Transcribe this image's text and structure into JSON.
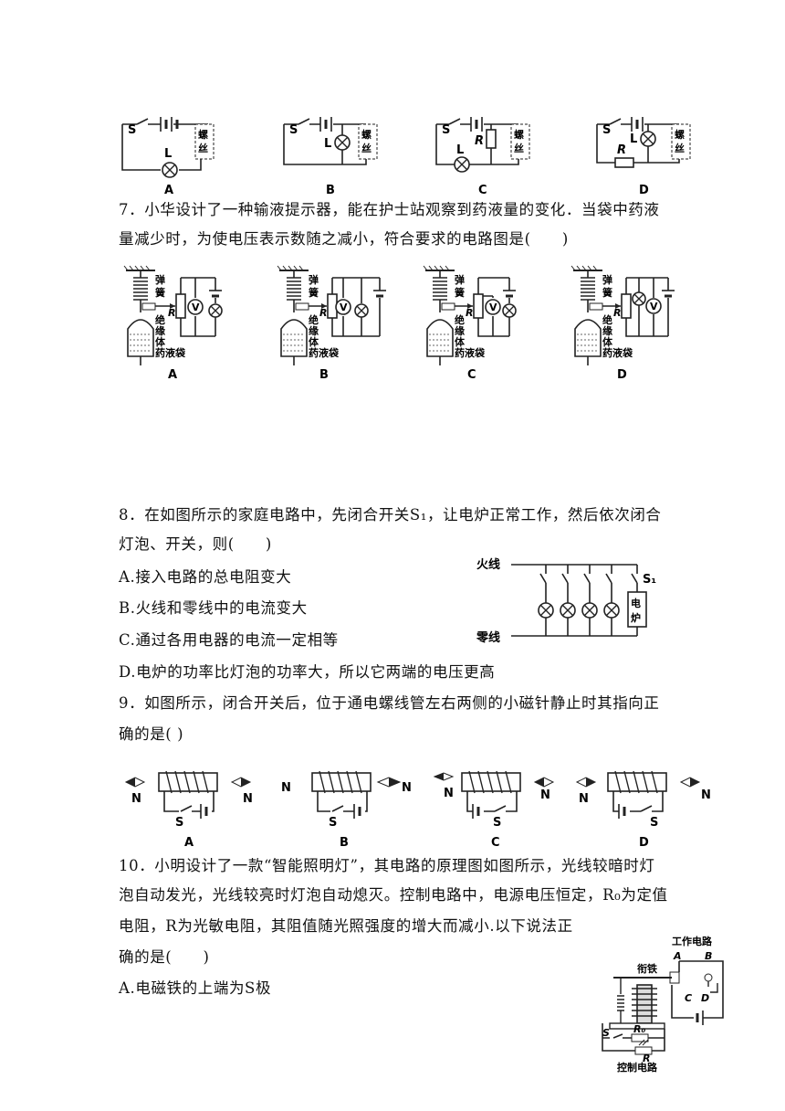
{
  "q6_options": {
    "labels": [
      "A",
      "B",
      "C",
      "D"
    ],
    "switch": "S",
    "lamp": "L",
    "resistor": "R",
    "heater": [
      "螺",
      "丝"
    ]
  },
  "q7": {
    "line1": "7．小华设计了一种输液提示器，能在护士站观察到药液量的变化．当袋中药液",
    "line2": "量减少时，为使电压表示数随之减小，符合要求的电路图是(　　)",
    "labels": [
      "A",
      "B",
      "C",
      "D"
    ],
    "spring": [
      "弹",
      "簧"
    ],
    "insulator": [
      "绝",
      "缘",
      "体"
    ],
    "bag": "药液袋",
    "resistor": "R",
    "voltmeter": "V"
  },
  "q8": {
    "line1": "8．在如图所示的家庭电路中，先闭合开关S₁，让电炉正常工作，然后依次闭合",
    "line2": "灯泡、开关，则(　　)",
    "options": [
      "A.接入电路的总电阻变大",
      "B.火线和零线中的电流变大",
      "C.通过各用电器的电流一定相等",
      "D.电炉的功率比灯泡的功率大，所以它两端的电压更高"
    ],
    "figure": {
      "live": "火线",
      "neutral": "零线",
      "switch": "S₁",
      "stove": [
        "电",
        "炉"
      ]
    }
  },
  "q9": {
    "line1": "9．如图所示，闭合开关后，位于通电螺线管左右两侧的小磁针静止时其指向正",
    "line2": "确的是( )",
    "labels": [
      "A",
      "B",
      "C",
      "D"
    ],
    "pole": "N",
    "switch": "S"
  },
  "q10": {
    "line1": "10．小明设计了一款“智能照明灯”，其电路的原理图如图所示，光线较暗时灯",
    "line2": "泡自动发光，光线较亮时灯泡自动熄灭。控制电路中，电源电压恒定，R₀为定值",
    "line3": "电阻，R为光敏电阻，其阻值随光照强度的增大而减小.以下说法正",
    "line4": "确的是(　　)",
    "options": [
      "A.电磁铁的上端为S极"
    ],
    "figure": {
      "work_circuit": "工作电路",
      "armature": "衔铁",
      "control_circuit": "控制电路",
      "r0": "R₀",
      "r": "R",
      "s": "S",
      "contacts": [
        "A",
        "B",
        "C",
        "D"
      ]
    }
  }
}
